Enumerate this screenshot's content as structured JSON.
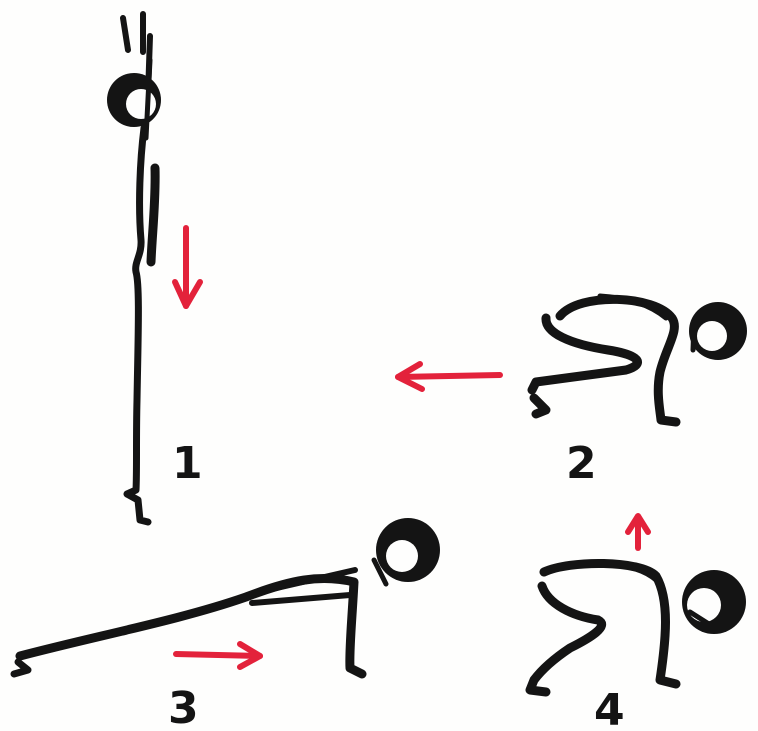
{
  "steps": [
    {
      "label": "1"
    },
    {
      "label": "2"
    },
    {
      "label": "3"
    },
    {
      "label": "4"
    }
  ],
  "colors": {
    "ink": "#141414",
    "arrow": "#e3223b",
    "paper": "#fefefd"
  },
  "arrows": [
    {
      "name": "down-arrow",
      "direction": "down"
    },
    {
      "name": "left-arrow",
      "direction": "left"
    },
    {
      "name": "right-arrow",
      "direction": "right"
    },
    {
      "name": "up-arrow",
      "direction": "up"
    }
  ]
}
